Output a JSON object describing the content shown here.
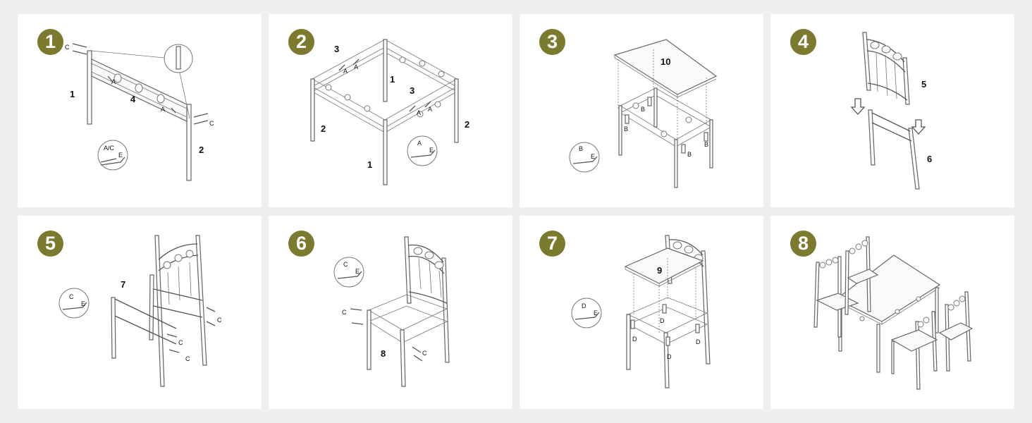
{
  "steps": [
    {
      "number": "1",
      "labels": {
        "leg_front": "1",
        "rail": "4",
        "leg_back": "2",
        "screw_c_top": "C",
        "screw_c_bottom": "C",
        "bolt_a_left": "A",
        "bolt_a_right": "A"
      },
      "tool": {
        "part": "A/C",
        "wrench": "E"
      }
    },
    {
      "number": "2",
      "labels": {
        "side_rail_left": "3",
        "side_rail_right": "3",
        "leg_back_left": "1",
        "leg_front": "1",
        "leg_left": "2",
        "leg_right": "2",
        "bolt_a1": "A",
        "bolt_a2": "A",
        "bolt_a3": "A",
        "bolt_a4": "A"
      },
      "tool": {
        "part": "A",
        "wrench": "E"
      }
    },
    {
      "number": "3",
      "labels": {
        "tabletop": "10",
        "screw_b1": "B",
        "screw_b2": "B",
        "screw_b3": "B",
        "screw_b4": "B"
      },
      "tool": {
        "part": "B",
        "wrench": "E"
      }
    },
    {
      "number": "4",
      "labels": {
        "backrest": "5",
        "base": "6"
      }
    },
    {
      "number": "5",
      "labels": {
        "brace": "7",
        "screw_c1": "C",
        "screw_c2": "C",
        "screw_c3": "C"
      },
      "tool": {
        "part": "C",
        "wrench": "E"
      }
    },
    {
      "number": "6",
      "labels": {
        "seat_frame": "8",
        "screw_c1": "C",
        "screw_c2": "C"
      },
      "tool": {
        "part": "C",
        "wrench": "E"
      }
    },
    {
      "number": "7",
      "labels": {
        "seat": "9",
        "screw_d1": "D",
        "screw_d2": "D",
        "screw_d3": "D",
        "screw_d4": "D"
      },
      "tool": {
        "part": "D",
        "wrench": "E"
      }
    },
    {
      "number": "8",
      "labels": {}
    }
  ]
}
